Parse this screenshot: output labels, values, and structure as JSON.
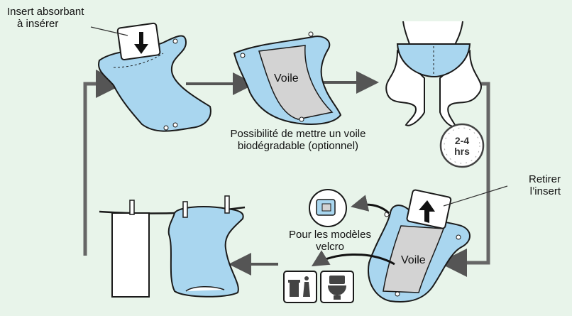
{
  "labels": {
    "insert_line1": "Insert absorbant",
    "insert_line2": "à insérer",
    "voile_top": "Voile",
    "voile_bottom": "Voile",
    "possibilite_line1": "Possibilité de mettre un voile",
    "possibilite_line2": "biodégradable (optionnel)",
    "duration_line1": "2-4",
    "duration_line2": "hrs",
    "retirer_line1": "Retirer",
    "retirer_line2": "l’insert",
    "velcro_line1": "Pour les modèles",
    "velcro_line2": "velcro"
  },
  "colors": {
    "background": "#e8f4ea",
    "diaper_blue": "#a9d6ef",
    "insert_gray": "#d3d3d3",
    "outline": "#1a1a1a",
    "arrow_gray": "#555555"
  },
  "icons": [
    "arrow-down-icon",
    "arrow-up-icon",
    "clock-icon",
    "trash-bin-icon",
    "toilet-icon",
    "velcro-tab-icon"
  ]
}
